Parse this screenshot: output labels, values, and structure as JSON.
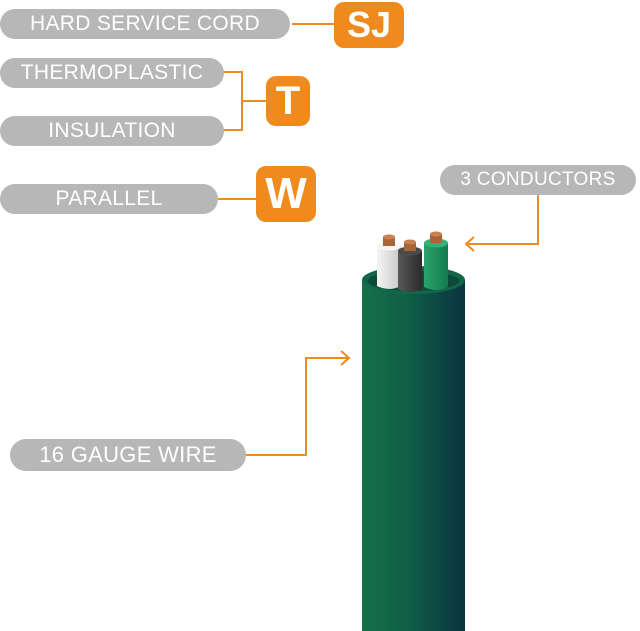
{
  "colors": {
    "pill": "#b7b7b7",
    "pill_text": "#ffffff",
    "accent": "#ee8a1e",
    "jacket_dark": "#0b3c3d",
    "jacket_mid": "#0f5b46",
    "jacket_light": "#157048",
    "wire_white": "#e6e6e6",
    "wire_black": "#3b3b3b",
    "wire_green": "#1f8a5a",
    "copper": "#b06a3b"
  },
  "labels": {
    "hard_service_cord": "HARD SERVICE CORD",
    "thermoplastic": "THERMOPLASTIC",
    "insulation": "INSULATION",
    "parallel": "PARALLEL",
    "conductors": "3 CONDUCTORS",
    "gauge": "16 GAUGE WIRE"
  },
  "badges": {
    "sj": "SJ",
    "t": "T",
    "w": "W"
  },
  "icons": {
    "cable": "cable-icon",
    "arrow": "arrowhead-icon"
  }
}
